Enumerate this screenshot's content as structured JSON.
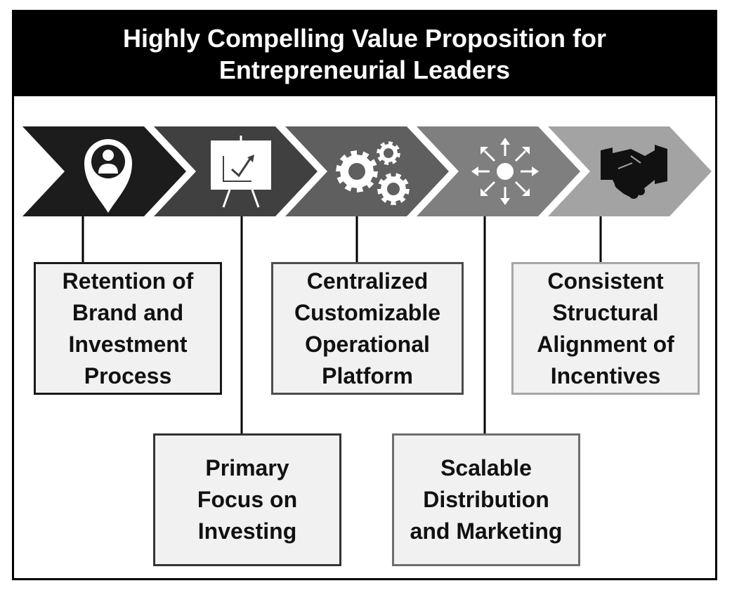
{
  "title": "Highly Compelling Value Proposition for Entrepreneurial Leaders",
  "stages": [
    {
      "icon": "location-pin-person-icon",
      "label": "Retention of Brand and Investment Process",
      "color": "#1c1c1c"
    },
    {
      "icon": "presentation-chart-icon",
      "label": "Primary Focus on Investing",
      "color": "#404040"
    },
    {
      "icon": "gears-icon",
      "label": "Centralized Customizable Operational Platform",
      "color": "#5f5f5f"
    },
    {
      "icon": "arrows-expand-icon",
      "label": "Scalable Distribution and Marketing",
      "color": "#7f7f7f"
    },
    {
      "icon": "handshake-icon",
      "label": "Consistent Structural Alignment of Incentives",
      "color": "#a3a3a3"
    }
  ],
  "box_border_colors": [
    "#1a1a1a",
    "#333333",
    "#4d4d4d",
    "#6e6e6e",
    "#a6a6a6"
  ]
}
